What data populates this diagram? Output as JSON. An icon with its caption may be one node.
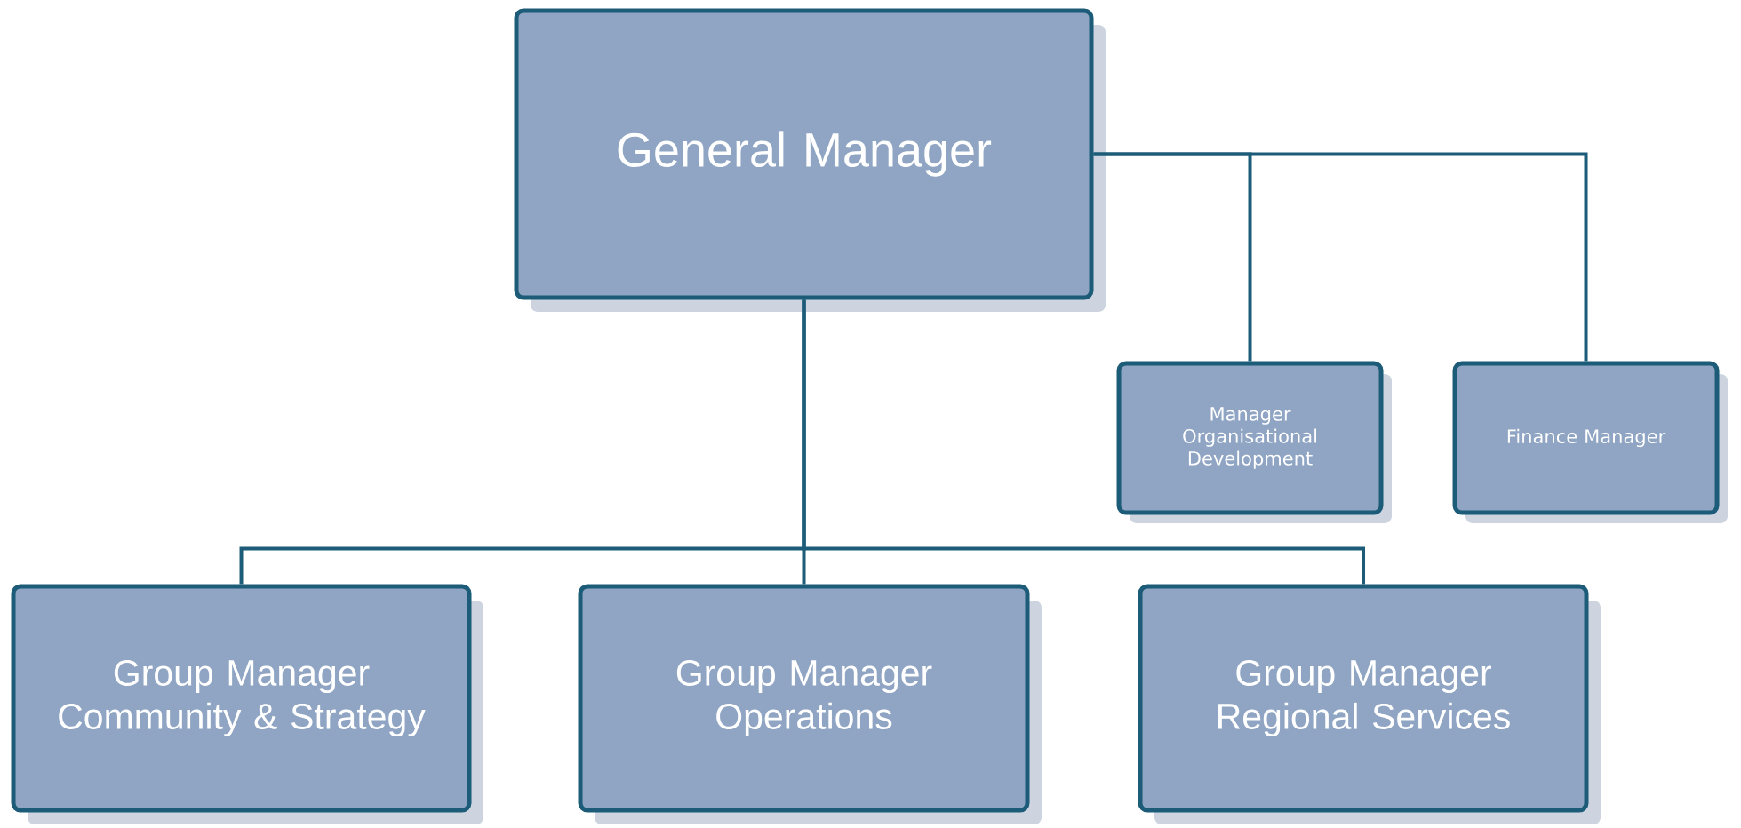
{
  "diagram": {
    "nodes": [
      {
        "text": [
          "General Manager"
        ]
      },
      {
        "text": [
          "Manager Organisational Development"
        ]
      },
      {
        "text": [
          "Finance Manager"
        ]
      },
      {
        "text": [
          "Group Manager Community & Strategy"
        ]
      },
      {
        "text": [
          "Group Manager Operations"
        ]
      },
      {
        "text": [
          "Group Manager Regional Services"
        ]
      }
    ],
    "edges": [
      {
        "from": 0,
        "to": 1,
        "arrow": "none"
      },
      {
        "from": 0,
        "to": 2,
        "arrow": "none"
      },
      {
        "from": 0,
        "to": 3,
        "arrow": "none"
      },
      {
        "from": 0,
        "to": 4,
        "arrow": "none"
      },
      {
        "from": 0,
        "to": 5,
        "arrow": "none"
      }
    ]
  }
}
